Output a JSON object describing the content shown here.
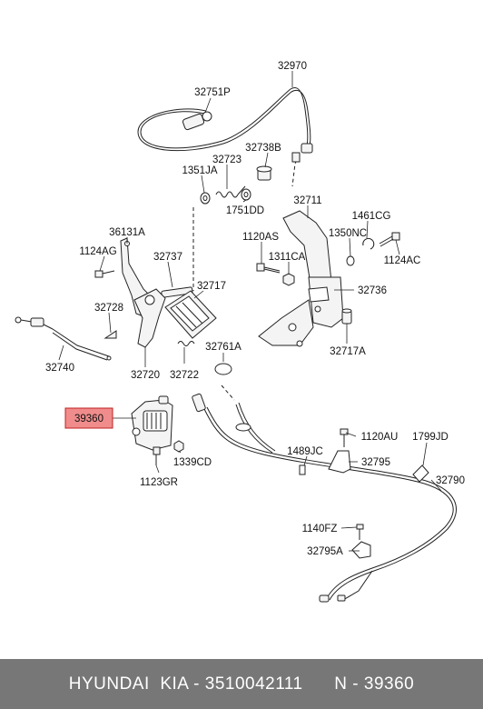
{
  "colors": {
    "highlight_fill": "#f08c8c",
    "highlight_stroke": "#c02020",
    "footer_bg": "#777777",
    "footer_text": "#ffffff"
  },
  "labels": {
    "l32970": "32970",
    "l32751P": "32751P",
    "l32738B": "32738B",
    "l32723": "32723",
    "l1351JA": "1351JA",
    "l1751DD": "1751DD",
    "l32711": "32711",
    "l1461CG": "1461CG",
    "l36131A": "36131A",
    "l1120AS": "1120AS",
    "l1350NC": "1350NC",
    "l1124AG": "1124AG",
    "l32737": "32737",
    "l1311CA": "1311CA",
    "l1124AC": "1124AC",
    "l32717": "32717",
    "l32736": "32736",
    "l32728": "32728",
    "l32761A": "32761A",
    "l32717A": "32717A",
    "l32740": "32740",
    "l32720": "32720",
    "l32722": "32722",
    "l39360": "39360",
    "l1120AU": "1120AU",
    "l1799JD": "1799JD",
    "l1489JC": "1489JC",
    "l32795": "32795",
    "l1339CD": "1339CD",
    "l1123GR": "1123GR",
    "l32790": "32790",
    "l1140FZ": "1140FZ",
    "l32795A": "32795A"
  },
  "footer": {
    "text": "HYUNDAI  KIA - 3510042111      N - 39360"
  }
}
